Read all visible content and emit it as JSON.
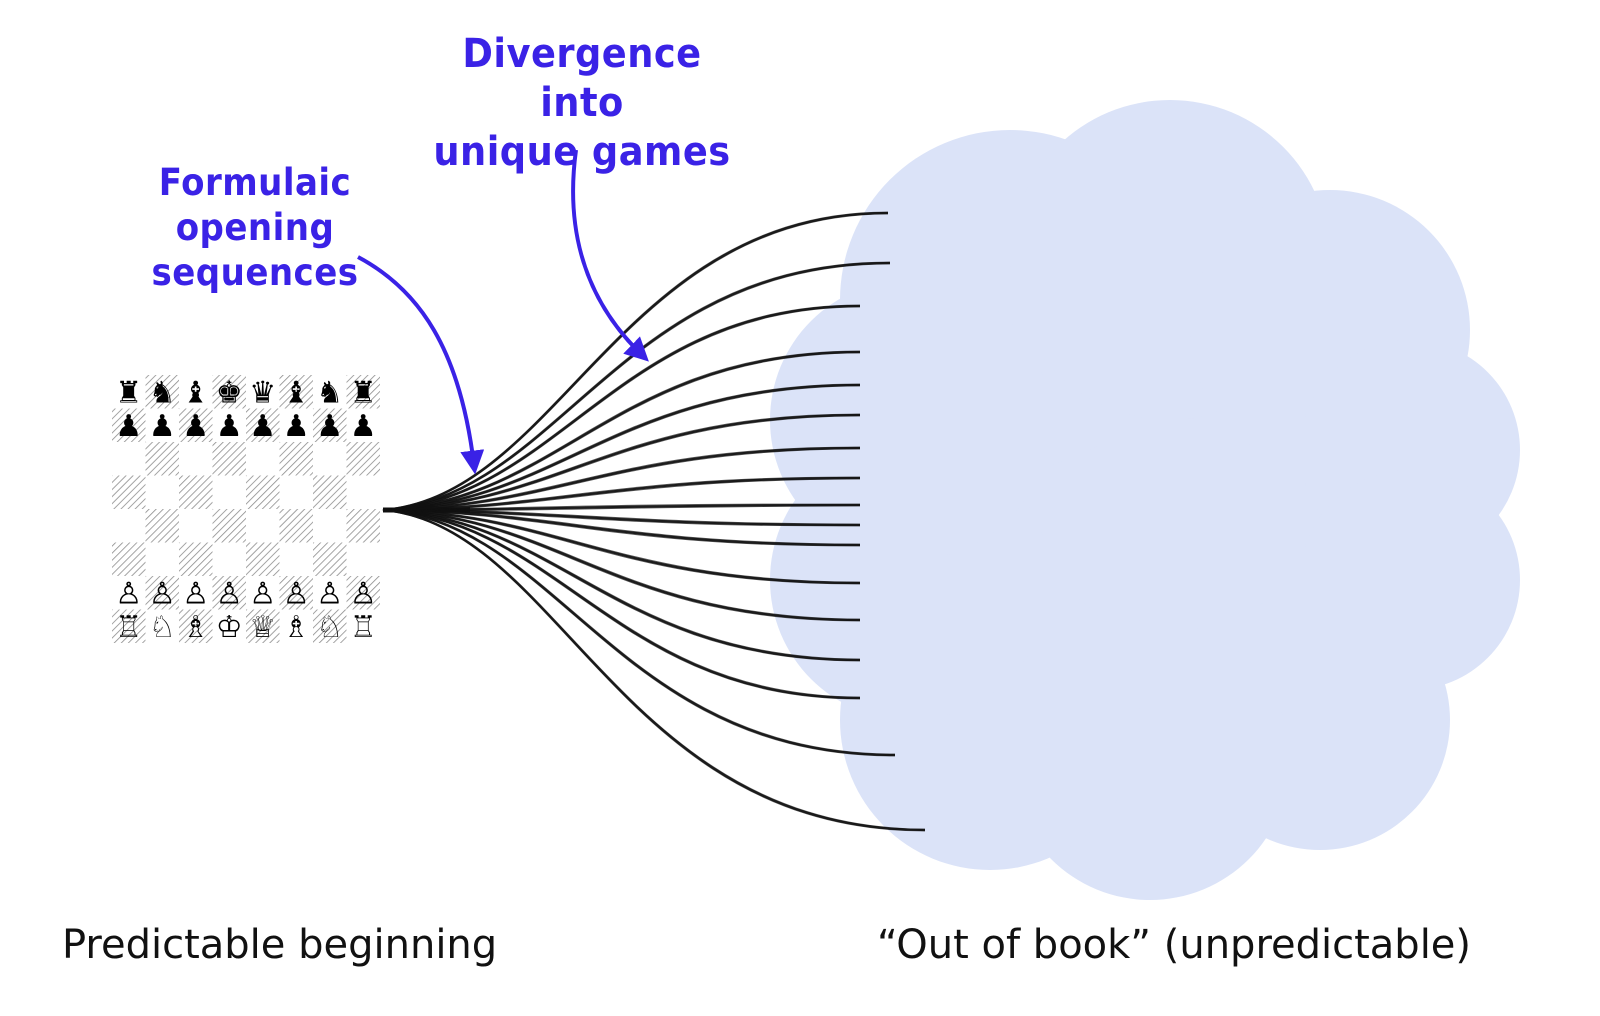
{
  "annotations": {
    "divergence": [
      "Divergence into",
      "unique games"
    ],
    "formulaic": [
      "Formulaic",
      "opening sequences"
    ]
  },
  "captions": {
    "left": "Predictable beginning",
    "right": "“Out of book” (unpredictable)"
  },
  "board": {
    "black_back_rank": [
      "♜",
      "♞",
      "♝",
      "♚",
      "♛",
      "♝",
      "♞",
      "♜"
    ],
    "black_pawns": [
      "♟",
      "♟",
      "♟",
      "♟",
      "♟",
      "♟",
      "♟",
      "♟"
    ],
    "white_pawns": [
      "♙",
      "♙",
      "♙",
      "♙",
      "♙",
      "♙",
      "♙",
      "♙"
    ],
    "white_back_rank": [
      "♖",
      "♘",
      "♗",
      "♔",
      "♕",
      "♗",
      "♘",
      "♖"
    ]
  },
  "colors": {
    "annotation": "#3a22e6",
    "cloud": "#dbe3f8",
    "branch": "#111111",
    "hatch": "#9a9a9a"
  },
  "icons": {
    "board": "chessboard-icon",
    "cloud": "cloud-shape",
    "arrow": "curved-arrow"
  }
}
